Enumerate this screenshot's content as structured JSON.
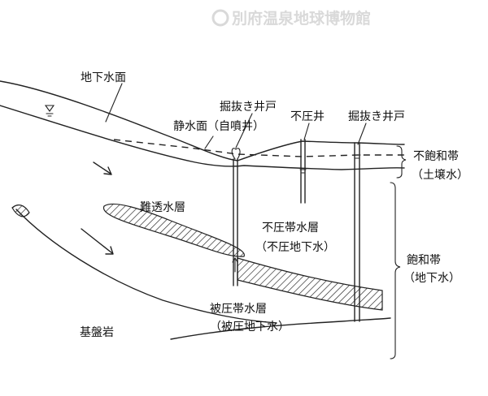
{
  "watermark": "別府温泉地球博物館",
  "labels": {
    "water_table": "地下水面",
    "artesian_well": "掘抜き井戸",
    "static_level": "静水面（自噴井）",
    "unconfined_well": "不圧井",
    "artesian_well_right": "掘抜き井戸",
    "unsaturated_zone": "不飽和帯",
    "soil_water": "（土壌水）",
    "aquitard": "難透水層",
    "unconfined_aquifer": "不圧帯水層",
    "unconfined_groundwater": "（不圧地下水）",
    "saturated_zone": "飽和帯",
    "groundwater": "（地下水）",
    "confined_aquifer": "被圧帯水層",
    "confined_groundwater": "（被圧地下水）",
    "bedrock": "基盤岩"
  },
  "colors": {
    "ink": "#222222",
    "watermark": "#d9d9d9"
  }
}
